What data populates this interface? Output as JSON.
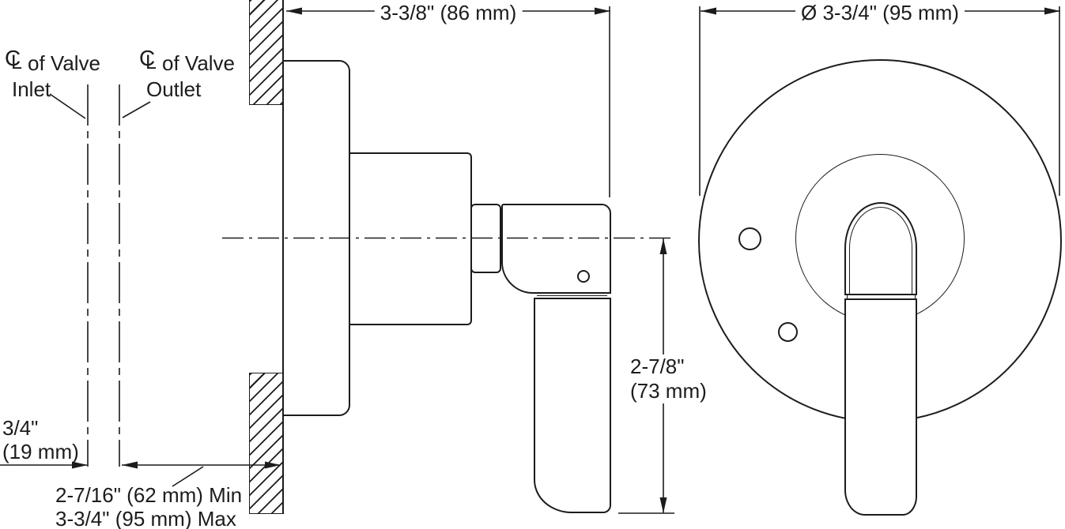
{
  "drawing": {
    "title_context": "valve trim dimensional drawing",
    "colors": {
      "line": "#1c1c1c",
      "background": "#ffffff"
    },
    "labels": {
      "inlet": {
        "symbol_c": "C",
        "symbol_l": "L",
        "line1": "of Valve",
        "line2": "Inlet"
      },
      "outlet": {
        "symbol_c": "C",
        "symbol_l": "L",
        "line1": "of Valve",
        "line2": "Outlet"
      }
    },
    "dimensions": {
      "faceplate_depth": "3-3/8\" (86 mm)",
      "faceplate_diameter": "Ø 3-3/4\" (95 mm)",
      "handle_drop_line1": "2-7/8\"",
      "handle_drop_line2": "(73 mm)",
      "inlet_offset_line1": "3/4\"",
      "inlet_offset_line2": "(19 mm)",
      "wall_depth_min": "2-7/16\" (62 mm) Min",
      "wall_depth_max": "3-3/4\" (95 mm) Max"
    }
  }
}
